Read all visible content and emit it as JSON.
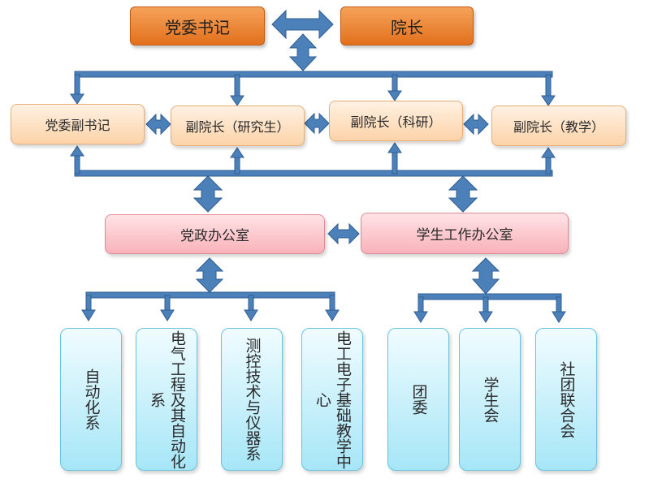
{
  "top": {
    "party_secretary": "党委书记",
    "president": "院长"
  },
  "deputies": [
    "党委副书记",
    "副院长（研究生）",
    "副院长（科研）",
    "副院长（教学）"
  ],
  "offices": {
    "party_admin": "党政办公室",
    "student_affairs": "学生工作办公室"
  },
  "departments": [
    "自动化系",
    "电气工程及其自动化系",
    "测控技术与仪器系",
    "电工电子基础教学中心"
  ],
  "student_orgs": [
    "团委",
    "学生会",
    "社团联合会"
  ],
  "colors": {
    "arrow": "#4c80b8",
    "arrow_stroke": "#2f5e94",
    "top_box": "#e97a25",
    "deputy_box": "#fde0c2",
    "office_box": "#fbc5cb",
    "unit_box": "#c7eff9"
  }
}
